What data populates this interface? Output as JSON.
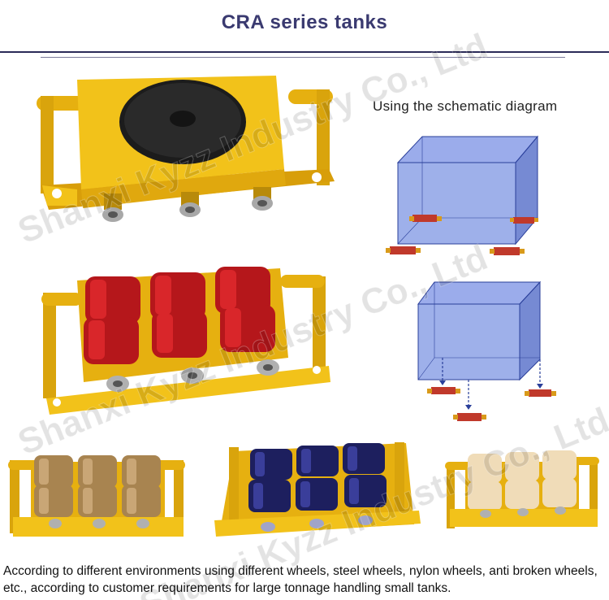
{
  "header": {
    "title": "CRA series tanks"
  },
  "schematic": {
    "label": "Using the schematic diagram"
  },
  "caption": {
    "line1": "According to different environments using different wheels, steel wheels, nylon wheels, anti broken wheels,",
    "line2": "etc., according to customer requirements for large tonnage handling small tanks."
  },
  "watermark": {
    "text": "Shanxi Kyzz Industry Co., Ltd"
  },
  "colors": {
    "frame_yellow": "#f2c21a",
    "title_navy": "#3a3a70",
    "red_wheel": "#b5171b",
    "bronze_wheel": "#a88450",
    "navy_wheel": "#1d1f5e",
    "nylon_wheel": "#f0dcb8",
    "box_blue": "#4f6fd8"
  }
}
